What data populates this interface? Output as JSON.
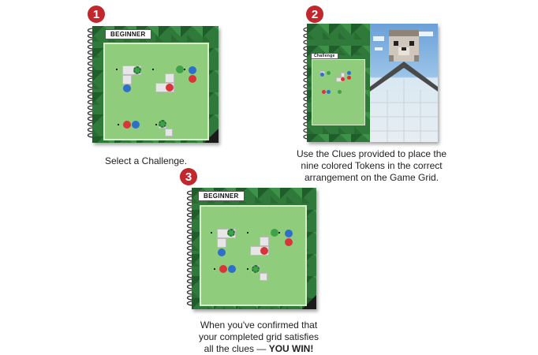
{
  "steps": [
    {
      "number": "1",
      "caption": "Select a Challenge."
    },
    {
      "number": "2",
      "caption_lines": [
        "Use the Clues provided to place the",
        "nine colored Tokens in the correct",
        "arrangement on the Game Grid."
      ]
    },
    {
      "number": "3",
      "caption_lines": [
        "When you've confirmed that",
        "your completed grid satisfies",
        "all the clues — "
      ],
      "caption_emphasis": "YOU WIN!"
    }
  ],
  "book_label": "BEGINNER",
  "book2_label": "Challenge",
  "colors": {
    "accent": "#c1272d",
    "cover_green": "#2f7a3a",
    "board_green": "#8fcc7c",
    "token_red": "#d8343a",
    "token_blue": "#2f6ec9",
    "token_green": "#3fa24a"
  }
}
